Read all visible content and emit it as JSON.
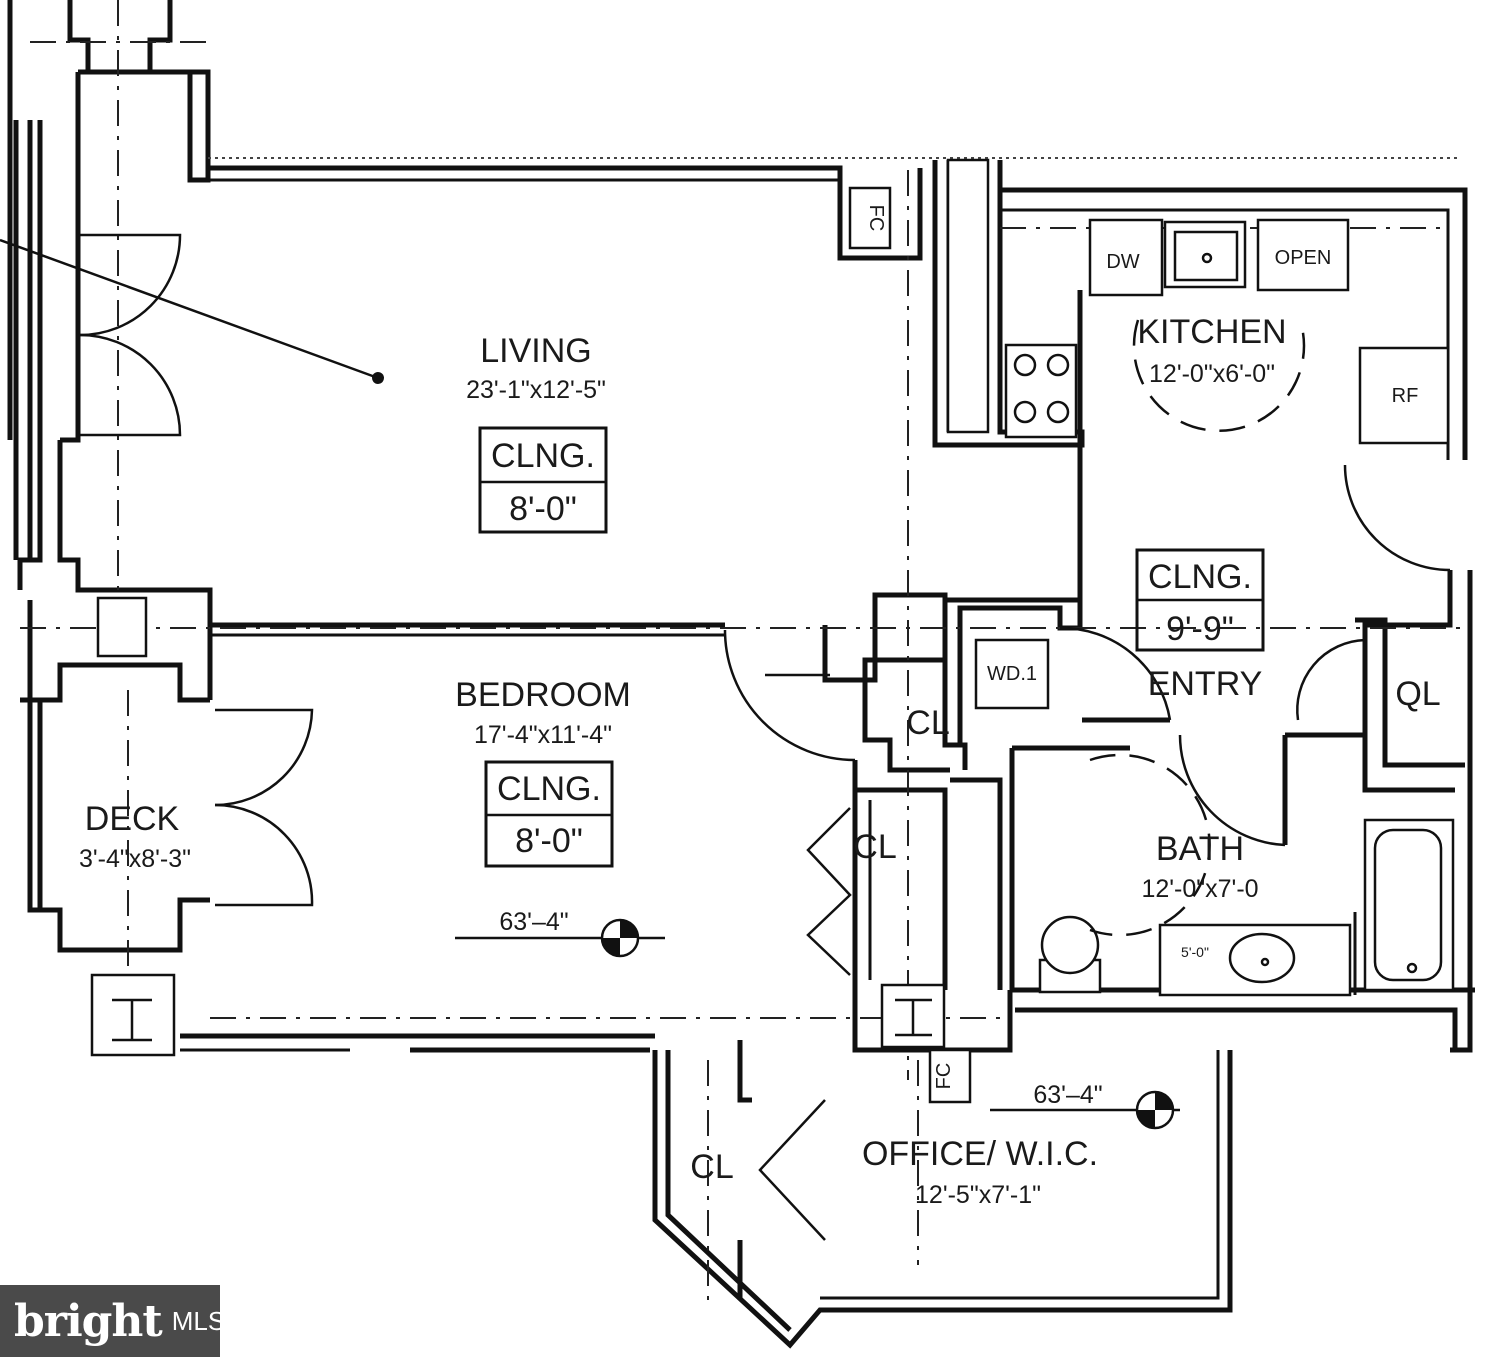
{
  "rooms": {
    "living": {
      "name": "LIVING",
      "size": "23'-1\"x12'-5\"",
      "ceiling_label": "CLNG.",
      "ceiling": "8'-0\""
    },
    "kitchen": {
      "name": "KITCHEN",
      "size": "12'-0\"x6'-0\""
    },
    "entry": {
      "name": "ENTRY",
      "ceiling_label": "CLNG.",
      "ceiling": "9'-9\""
    },
    "bedroom": {
      "name": "BEDROOM",
      "size": "17'-4\"x11'-4\"",
      "ceiling_label": "CLNG.",
      "ceiling": "8'-0\""
    },
    "deck": {
      "name": "DECK",
      "size": "3'-4\"x8'-3\""
    },
    "bath": {
      "name": "BATH",
      "size": "12'-0\"x7'-0",
      "vanity": "5'-0\""
    },
    "office": {
      "name": "OFFICE/ W.I.C.",
      "size": "12'-5\"x7'-1\""
    }
  },
  "labels": {
    "fc": "FC",
    "dw": "DW",
    "open": "OPEN",
    "rf": "RF",
    "wd": "WD.1",
    "cl": "CL",
    "ql": "QL"
  },
  "elevations": {
    "bedroom": "63'–4\"",
    "office": "63'–4\""
  },
  "watermark": {
    "brand": "bright",
    "suffix": "MLS"
  }
}
